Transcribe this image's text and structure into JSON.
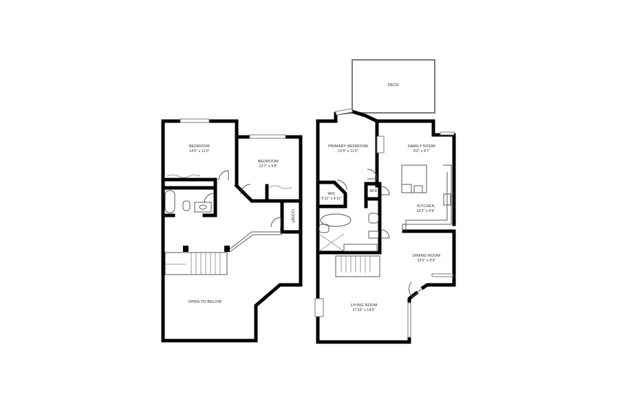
{
  "floors": {
    "upper": {
      "rooms": [
        {
          "name": "BEDROOM",
          "dims": "14'0\" x 11'0\""
        },
        {
          "name": "BEDROOM",
          "dims": "12'7\" x 9'8\""
        },
        {
          "name": "CLOSET",
          "dims": ""
        },
        {
          "name": "OPEN TO BELOW",
          "dims": ""
        }
      ]
    },
    "main": {
      "rooms": [
        {
          "name": "DECK",
          "dims": ""
        },
        {
          "name": "PRIMARY BEDROOM",
          "dims": "13'4\" x 11'0\""
        },
        {
          "name": "FAMILY ROOM",
          "dims": "8'2\" x 8'7\""
        },
        {
          "name": "WIC",
          "dims": "5'11\" x 4'11\""
        },
        {
          "name": "W/D",
          "dims": ""
        },
        {
          "name": "KITCHEN",
          "dims": "10'2\" x 9'9\""
        },
        {
          "name": "DINING ROOM",
          "dims": "10'2\" x 9'9\""
        },
        {
          "name": "LIVING ROOM",
          "dims": "17'10\" x 14'0\""
        }
      ]
    }
  },
  "colors": {
    "wall": "#000000",
    "background": "#ffffff",
    "fixture_line": "#555555"
  }
}
